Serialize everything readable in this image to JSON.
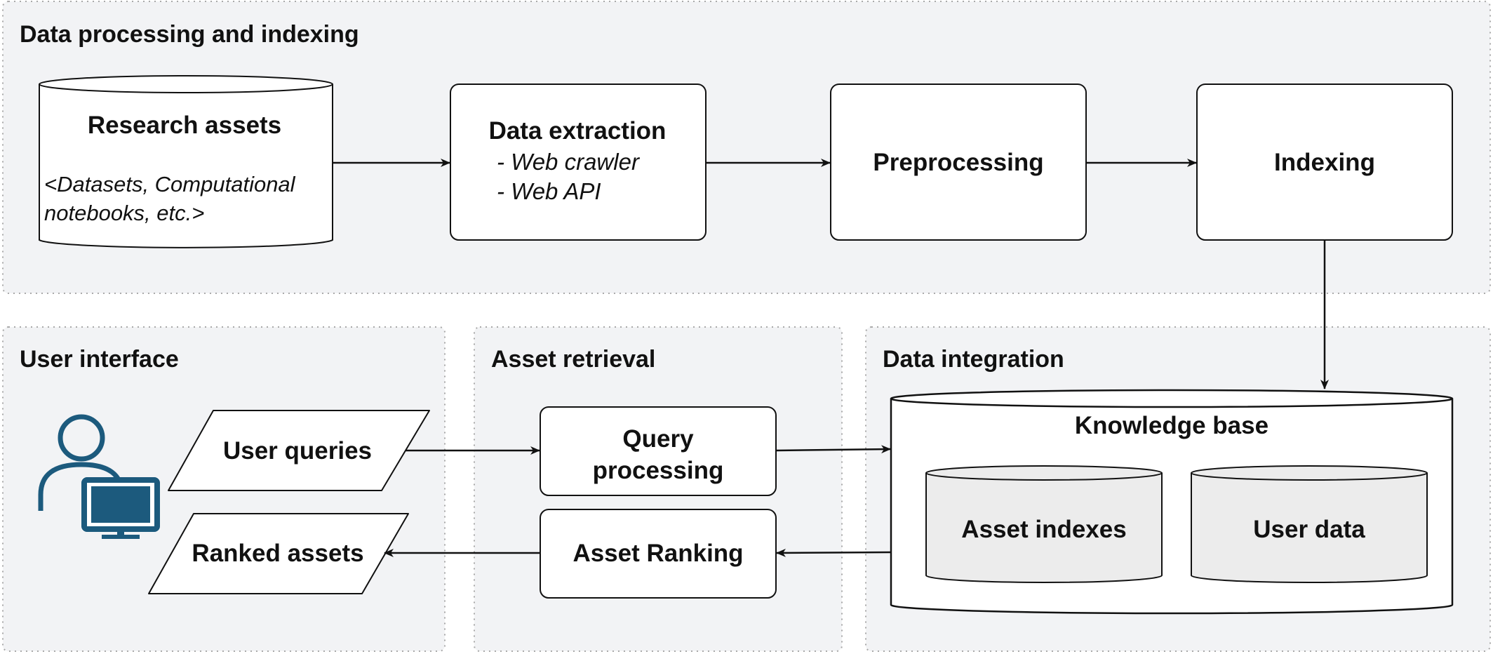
{
  "sections": {
    "processing": "Data processing and indexing",
    "user_interface": "User interface",
    "asset_retrieval": "Asset retrieval",
    "data_integration": "Data integration"
  },
  "nodes": {
    "research_assets": {
      "title": "Research assets",
      "detail_line1": "<Datasets, Computational",
      "detail_line2": "notebooks, etc.>"
    },
    "data_extraction": {
      "title": "Data extraction",
      "item1": "- Web crawler",
      "item2": "- Web API"
    },
    "preprocessing": "Preprocessing",
    "indexing": "Indexing",
    "user_queries": "User queries",
    "ranked_assets": "Ranked assets",
    "query_processing_line1": "Query",
    "query_processing_line2": "processing",
    "asset_ranking": "Asset Ranking",
    "knowledge_base": "Knowledge base",
    "asset_indexes": "Asset indexes",
    "user_data": "User data"
  },
  "icons": {
    "user": "user-at-computer-icon"
  },
  "colors": {
    "section_fill": "#f2f3f5",
    "section_border": "#a9a9a9",
    "node_fill": "#ffffff",
    "inner_db_fill": "#ececec",
    "stroke": "#111111",
    "icon": "#1c5a7d"
  }
}
